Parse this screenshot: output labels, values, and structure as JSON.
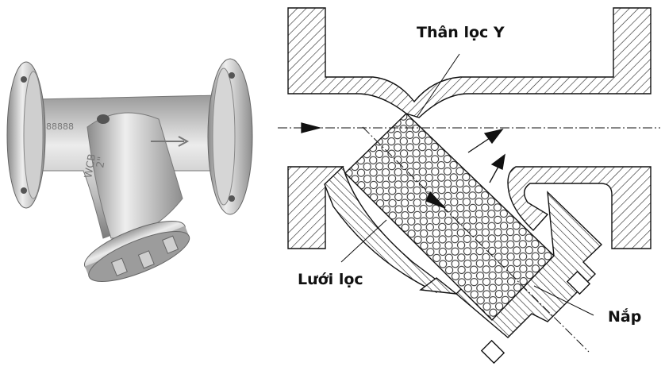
{
  "labels": {
    "body": "Thân lọc Y",
    "screen": "Lưới lọc",
    "cap": "Nắp"
  },
  "photo": {
    "casting_marks": [
      "WCB",
      "2\"",
      "88888"
    ]
  },
  "colors": {
    "line": "#111111",
    "metal_light": "#e6e6e6",
    "metal_dark": "#8a8a8a"
  },
  "icons": [
    "flow-arrow-icon"
  ]
}
